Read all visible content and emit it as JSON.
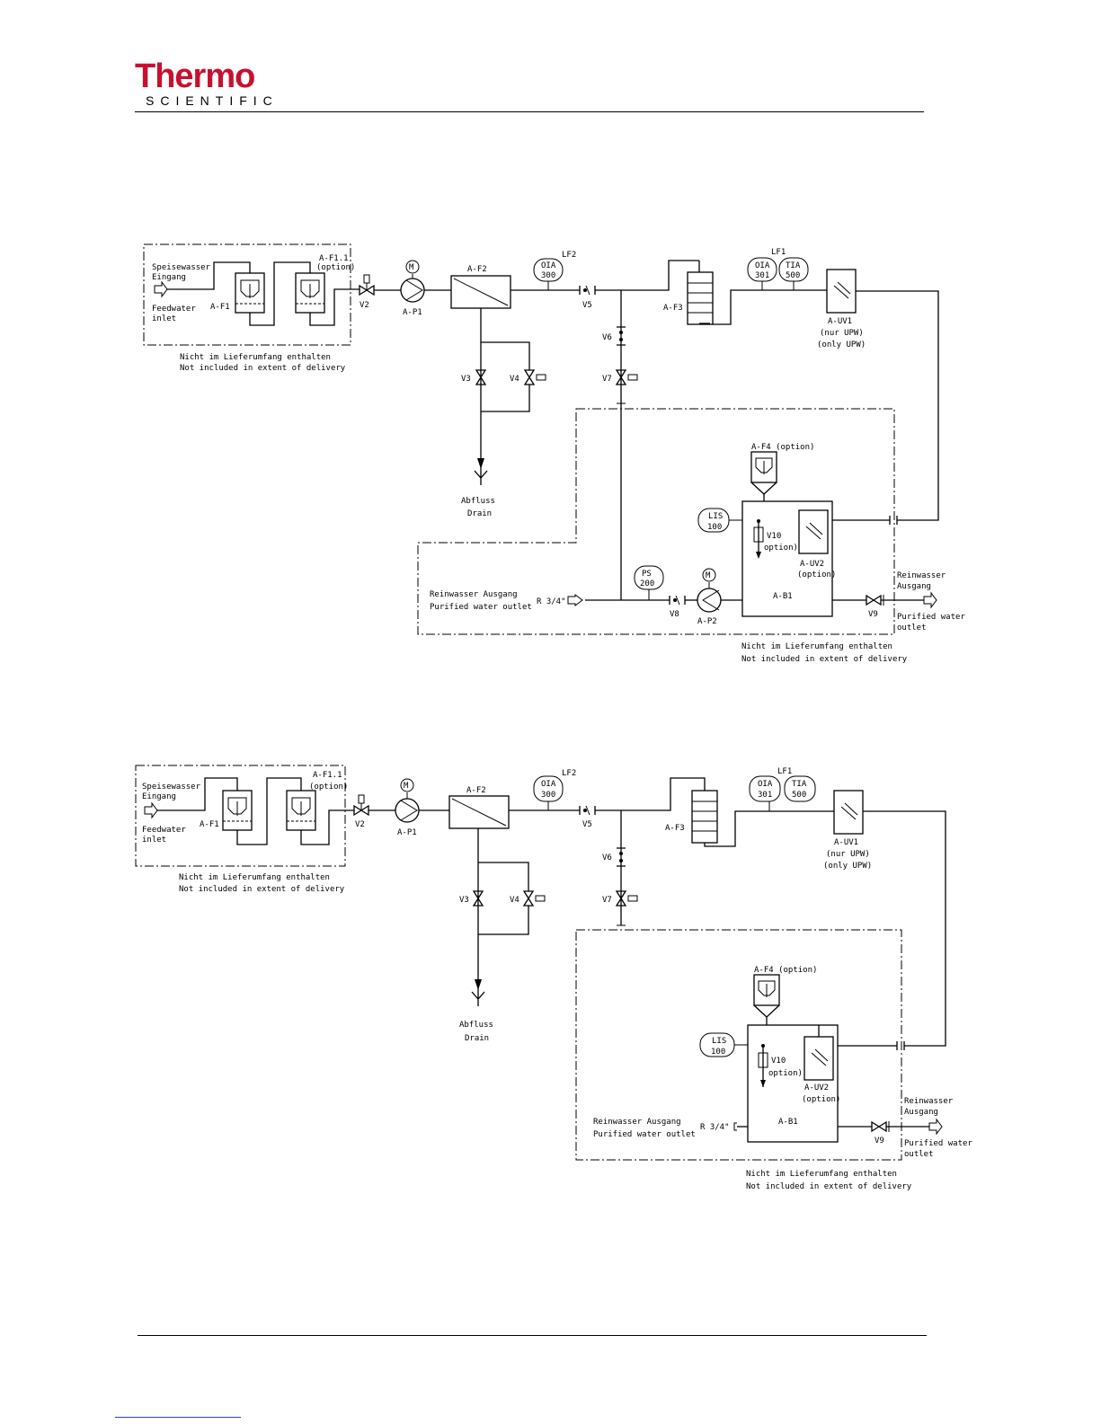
{
  "logo": {
    "main": "Thermo",
    "sub": "SCIENTIFIC"
  },
  "diagram": {
    "feed_de": "Speisewasser",
    "feed_de2": "Eingang",
    "feed_en": "Feedwater",
    "feed_en2": "inlet",
    "af1": "A-F1",
    "af11": "A-F1.1",
    "option_paren": "(option)",
    "v2": "V2",
    "ap1": "A-P1",
    "af2": "A-F2",
    "oia300": "OIA",
    "oia300_num": "300",
    "lf2": "LF2",
    "v5": "V5",
    "v6": "V6",
    "v7": "V7",
    "v3": "V3",
    "v4": "V4",
    "af3": "A-F3",
    "lf1": "LF1",
    "oia301": "OIA",
    "oia301_num": "301",
    "tia": "TIA",
    "tia_num": "500",
    "auv1": "A-UV1",
    "nur_upw": "(nur UPW)",
    "only_upw": "(only UPW)",
    "not_inc_de": "Nicht im Lieferumfang enthalten",
    "not_inc_en": "Not included in extent of delivery",
    "drain_de": "Abfluss",
    "drain_en": "Drain",
    "af4": "A-F4 (option)",
    "lis": "LIS",
    "lis_num": "100",
    "v10": "V10",
    "option": "option)",
    "auv2": "A-UV2",
    "auv2_opt": "(option)",
    "ab1": "A-B1",
    "ps": "PS",
    "ps_num": "200",
    "v8": "V8",
    "ap2": "A-P2",
    "v9": "V9",
    "out_de": "Reinwasser Ausgang",
    "out_en": "Purified water outlet",
    "r34": "R 3/4\"",
    "rein_de": "Reinwasser",
    "rein_de2": "Ausgang",
    "pur_en": "Purified water",
    "pur_en2": "outlet"
  }
}
